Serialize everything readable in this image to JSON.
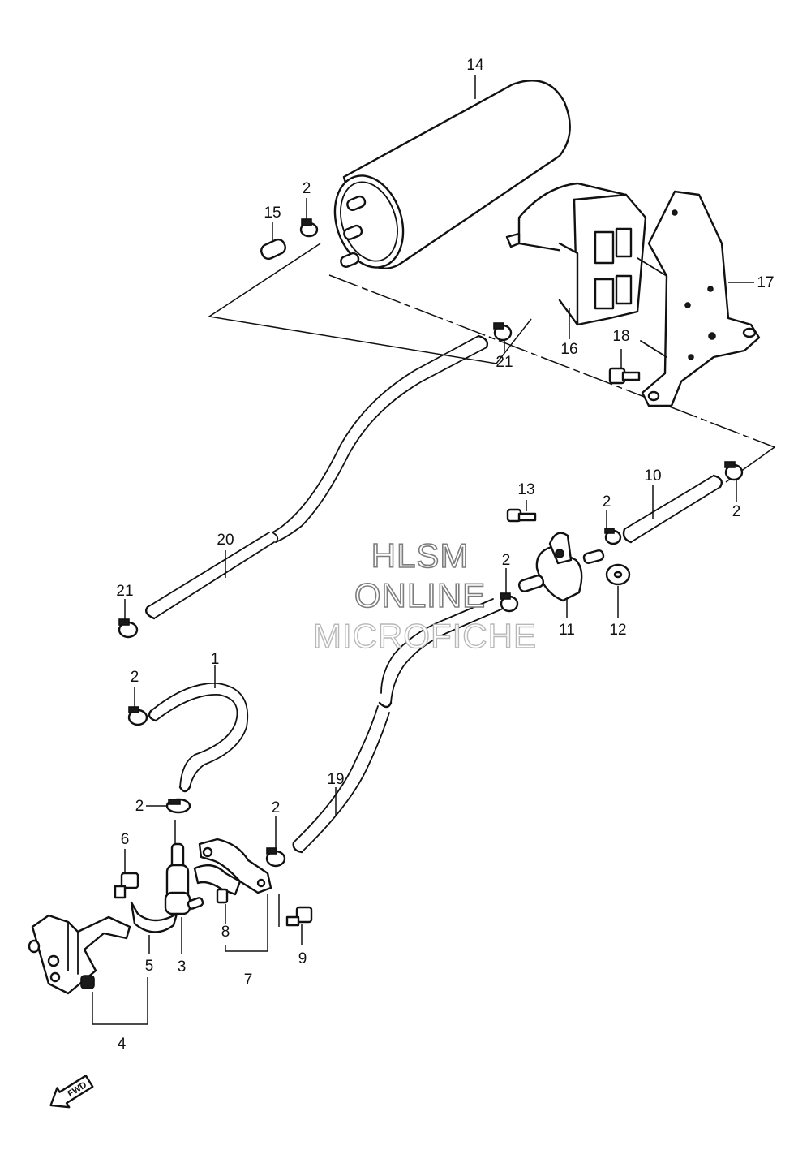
{
  "watermark": {
    "line1": "HLSM",
    "line2": "ONLINE",
    "line3": "MICROFICHE"
  },
  "callouts": {
    "c1": "1",
    "c2a": "2",
    "c2b": "2",
    "c2c": "2",
    "c2d": "2",
    "c2e": "2",
    "c2f": "2",
    "c2g": "2",
    "c3": "3",
    "c4": "4",
    "c5": "5",
    "c6": "6",
    "c7": "7",
    "c8": "8",
    "c9": "9",
    "c10": "10",
    "c11": "11",
    "c12": "12",
    "c13": "13",
    "c14": "14",
    "c15": "15",
    "c16": "16",
    "c17": "17",
    "c18": "18",
    "c19": "19",
    "c20": "20",
    "c21a": "21",
    "c21b": "21"
  },
  "direction_arrow": {
    "label": "FWD",
    "icon": "forward-arrow-icon"
  },
  "colors": {
    "line": "#111111",
    "background": "#ffffff",
    "watermark_outline": "#7d7d7d"
  }
}
